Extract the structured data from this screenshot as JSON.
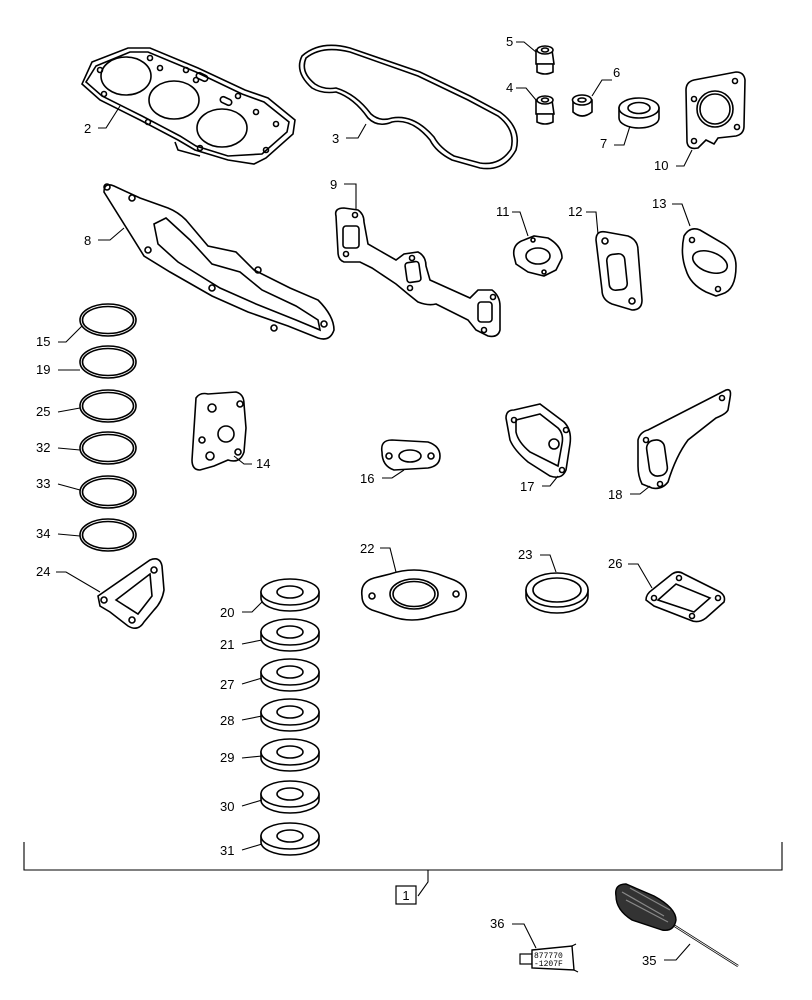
{
  "diagram": {
    "callouts": {
      "c1": "1",
      "c2": "2",
      "c3": "3",
      "c4": "4",
      "c5": "5",
      "c6": "6",
      "c7": "7",
      "c8": "8",
      "c9": "9",
      "c10": "10",
      "c11": "11",
      "c12": "12",
      "c13": "13",
      "c14": "14",
      "c15": "15",
      "c16": "16",
      "c17": "17",
      "c18": "18",
      "c19": "19",
      "c20": "20",
      "c21": "21",
      "c22": "22",
      "c23": "23",
      "c24": "24",
      "c25": "25",
      "c26": "26",
      "c27": "27",
      "c28": "28",
      "c29": "29",
      "c30": "30",
      "c31": "31",
      "c32": "32",
      "c33": "33",
      "c34": "34",
      "c35": "35",
      "c36": "36"
    },
    "tube_label_line1": "877770",
    "tube_label_line2": "-1207F"
  }
}
